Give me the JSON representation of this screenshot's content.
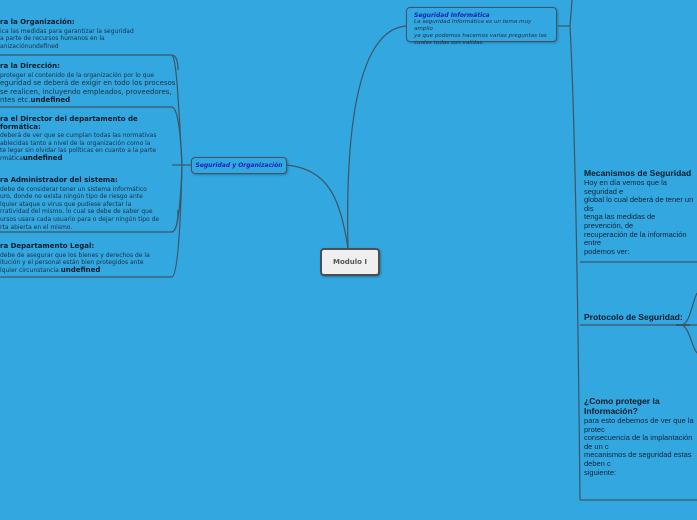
{
  "central": {
    "label": "Modulo I"
  },
  "colors": {
    "background": "#33a7df",
    "lines": "#3f5565",
    "topic_title": "#1a1fb8"
  },
  "left_branch": {
    "title": "Seguridad y Organización",
    "items": [
      {
        "title": "ra la Organización:",
        "lines": [
          "ica las medidas para garantizar la seguridad",
          "a parte de recursos humanos en la",
          "anizaciónundefined"
        ]
      },
      {
        "title": "ra la Dirección:",
        "lines": [
          "proteger el contenido de la organización por lo que",
          "eguridad se deberá de exigir en todo los procesos",
          " se realicen, incluyendo empleados, proveedores,",
          "ntes etc."
        ],
        "suffix": "undefined"
      },
      {
        "title": "ra el Director del departamento de formática:",
        "title2": "formática:",
        "lines": [
          "deberá de ver que se cumplan todas las normativas",
          "ablecidas tanto a nivel de la organización como la",
          "te legar sin olvidar las políticas en cuanto a la parte",
          "rmática"
        ],
        "suffix": "undefined"
      },
      {
        "title": "ra Administrador del sistema:",
        "lines": [
          "debe de considerar tener un sistema informático",
          "uro, donde no exista ningún tipo de riesgo ante",
          "lquier ataque o virus que pudiese afectar la",
          "rratividad del mismo, lo cual se debe de saber que",
          "ursos usara cada usuario para o dejar ningún tipo de",
          "rta abierta en el mismo."
        ]
      },
      {
        "title": "ra Departamento Legal:",
        "lines": [
          "debe de asegurar que los bienes y derechos de la",
          "itución y el personal están bien protegidos ante",
          "lquier circunstancia."
        ],
        "suffix": "undefined"
      }
    ]
  },
  "right_branch": {
    "title": "Seguridad Informática",
    "description": [
      "La seguridad Informática es un tema muy amplio",
      "ya que podemos hacernos varias preguntas las",
      "cuales todas son validas."
    ],
    "items": [
      {
        "title": "Mecanismos de Seguridad",
        "lines": [
          "Hoy en día vemos que la seguridad e",
          "global lo cual deberá de tener un dis",
          "tenga las medidas de prevención, de",
          "recuperación de la información entre",
          "podemos ver:"
        ]
      },
      {
        "title": "Protocolo de Seguridad:",
        "lines": []
      },
      {
        "title": "¿Como proteger la Información?",
        "lines": [
          "para esto debemos de ver que la protec",
          "consecuencia de la implantación de un c",
          "mecanismos de seguridad estas deben c",
          "siguiente:"
        ]
      }
    ]
  }
}
